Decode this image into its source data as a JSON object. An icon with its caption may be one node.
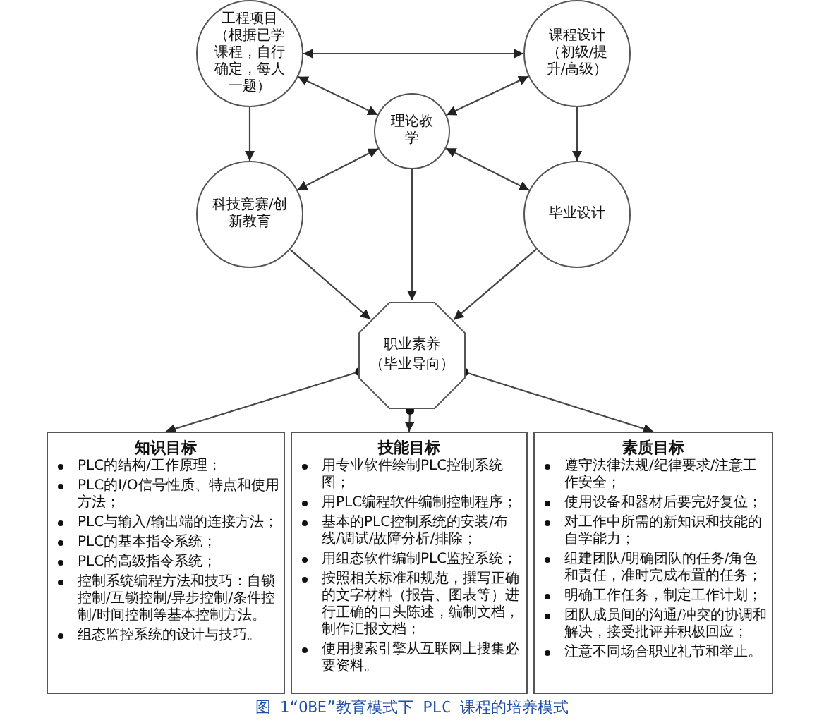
{
  "diagram": {
    "caption": "图 1“OBE”教育模式下 PLC 课程的培养模式",
    "nodes": [
      {
        "text": [
          "工程项目（根据已学课程，自行确定，每人一题）"
        ]
      },
      {
        "text": [
          "课程设计（初级/提升/高级）"
        ]
      },
      {
        "text": [
          "理论教学"
        ]
      },
      {
        "text": [
          "科技竞赛/创新教育"
        ]
      },
      {
        "text": [
          "毕业设计"
        ]
      },
      {
        "text": [
          "职业素养",
          "（毕业导向）"
        ]
      },
      {
        "text": [
          "知识目标",
          "PLC的结构/工作原理；",
          "PLC的I/O信号性质、特点和使用方法；",
          "PLC与输入/输出端的连接方法；",
          "PLC的基本指令系统；",
          "PLC的高级指令系统；",
          "控制系统编程方法和技巧：自锁控制/互锁控制/异步控制/条件控制/时间控制等基本控制方法。",
          "组态监控系统的设计与技巧。"
        ]
      },
      {
        "text": [
          "技能目标",
          "用专业软件绘制PLC控制系统图；",
          "用PLC编程软件编制控制程序；",
          "基本的PLC控制系统的安装/布线/调试/故障分析/排除；",
          "用组态软件编制PLC监控系统；",
          "按照相关标准和规范，撰写正确的文字材料（报告、图表等）进行正确的口头陈述，编制文档，制作汇报文档；",
          "使用搜索引擎从互联网上搜集必要资料。"
        ]
      },
      {
        "text": [
          "素质目标",
          "遵守法律法规/纪律要求/注意工作安全；",
          "使用设备和器材后要完好复位；",
          "对工作中所需的新知识和技能的自学能力；",
          "组建团队/明确团队的任务/角色和责任，准时完成布置的任务；",
          "明确工作任务，制定工作计划；",
          "团队成员间的沟通/冲突的协调和解决，接受批评并积极回应；",
          "注意不同场合职业礼节和举止。"
        ]
      }
    ],
    "edges": [
      {
        "from": 0,
        "to": 1,
        "arrow": "both"
      },
      {
        "from": 0,
        "to": 2,
        "arrow": "both"
      },
      {
        "from": 1,
        "to": 2,
        "arrow": "both"
      },
      {
        "from": 0,
        "to": 3,
        "arrow": "to"
      },
      {
        "from": 1,
        "to": 4,
        "arrow": "to"
      },
      {
        "from": 3,
        "to": 2,
        "arrow": "both"
      },
      {
        "from": 4,
        "to": 2,
        "arrow": "both"
      },
      {
        "from": 3,
        "to": 5,
        "arrow": "to"
      },
      {
        "from": 2,
        "to": 5,
        "arrow": "to"
      },
      {
        "from": 4,
        "to": 5,
        "arrow": "to"
      },
      {
        "from": 5,
        "to": 6,
        "arrow": "to"
      },
      {
        "from": 5,
        "to": 7,
        "arrow": "to"
      },
      {
        "from": 5,
        "to": 8,
        "arrow": "to"
      }
    ]
  }
}
